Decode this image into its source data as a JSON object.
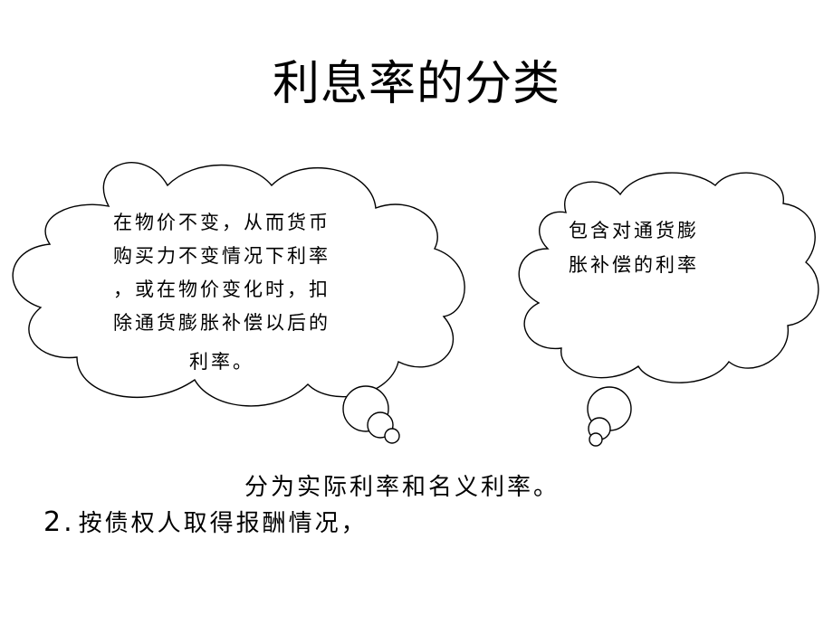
{
  "slide": {
    "title": "利息率的分类",
    "cloud_left": {
      "lines": [
        "在物价不变，从而货币",
        "购买力不变情况下利率",
        "，或在物价变化时，扣",
        "除通货膨胀补偿以后的",
        "利率。"
      ]
    },
    "cloud_right": {
      "lines": [
        "包含对通货膨",
        "胀补偿的利率"
      ]
    },
    "summary": "分为实际利率和名义利率。",
    "point": {
      "number": "2.",
      "text": "按债权人取得报酬情况，"
    }
  }
}
